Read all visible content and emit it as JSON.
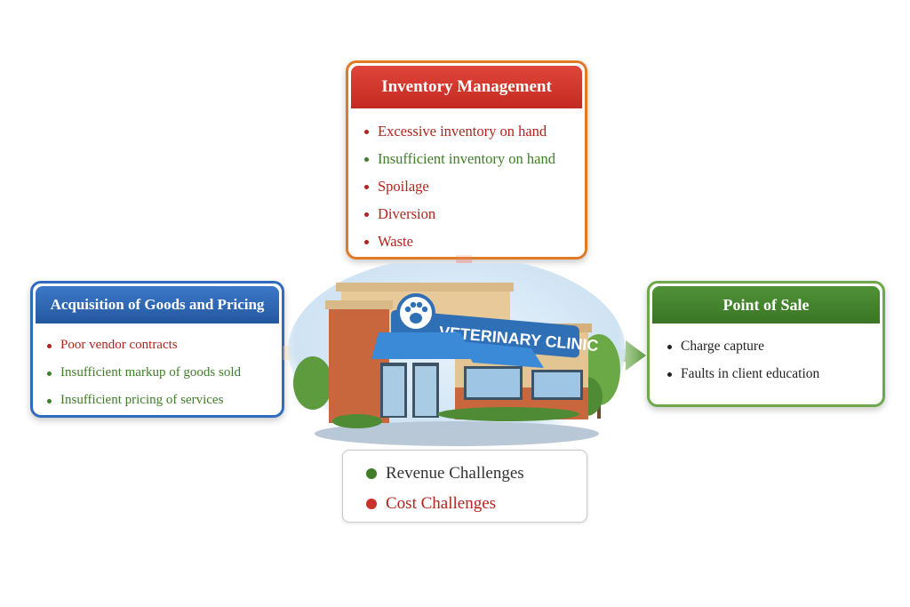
{
  "inventory": {
    "title": "Inventory Management",
    "items": [
      "Excessive inventory on hand",
      "Insufficient inventory on hand",
      "Spoilage",
      "Diversion",
      "Waste"
    ]
  },
  "acquisition": {
    "title": "Acquisition of Goods and Pricing",
    "items": [
      "Poor vendor contracts",
      "Insufficient markup of goods sold",
      "Insufficient pricing of services"
    ]
  },
  "point_of_sale": {
    "title": "Point of Sale",
    "items": [
      "Charge capture",
      "Faults in client education"
    ]
  },
  "clinic": {
    "sign": "VETERINARY CLINIC",
    "icon": "paw-icon"
  },
  "legend": {
    "revenue": "Revenue Challenges",
    "cost": "Cost Challenges"
  },
  "colors": {
    "revenue": "#3f7d28",
    "cost": "#b3231b",
    "inventory_header": "#d4362c",
    "acquisition_header": "#2f6cc0",
    "pos_header": "#458a31",
    "arrow_left": "#f39a2a",
    "arrow_top": "#d4362c",
    "arrow_right": "#5c9a3c"
  }
}
